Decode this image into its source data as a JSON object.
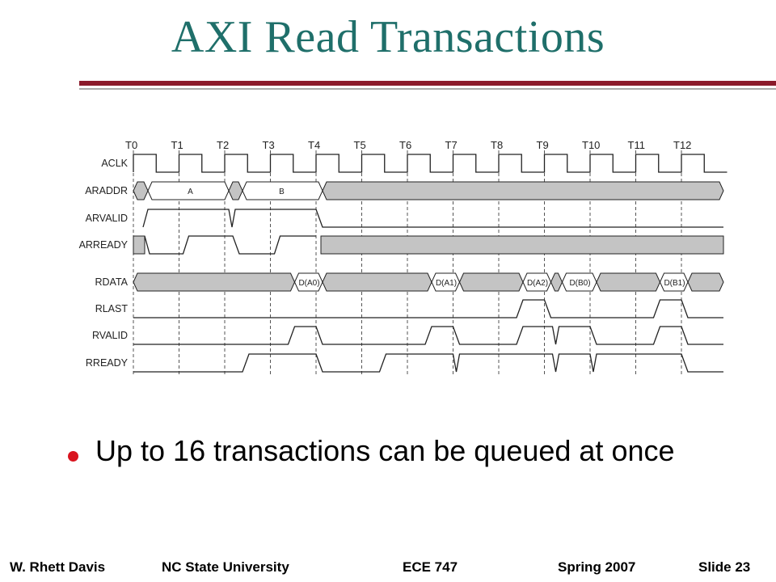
{
  "title": "AXI Read Transactions",
  "accent_color": "#8b1a2b",
  "title_color": "#1f6f6a",
  "bullet_color": "#d9141f",
  "diagram": {
    "clock_ticks": [
      "T0",
      "T1",
      "T2",
      "T3",
      "T4",
      "T5",
      "T6",
      "T7",
      "T8",
      "T9",
      "T10",
      "T11",
      "T12"
    ],
    "signals": [
      {
        "name": "ACLK",
        "kind": "clock"
      },
      {
        "name": "ARADDR",
        "kind": "bus",
        "values": [
          "A",
          "B"
        ]
      },
      {
        "name": "ARVALID",
        "kind": "wave"
      },
      {
        "name": "ARREADY",
        "kind": "wave"
      },
      {
        "name": "RDATA",
        "kind": "bus",
        "values": [
          "D(A0)",
          "D(A1)",
          "D(A2)",
          "D(B0)",
          "D(B1)"
        ]
      },
      {
        "name": "RLAST",
        "kind": "wave"
      },
      {
        "name": "RVALID",
        "kind": "wave"
      },
      {
        "name": "RREADY",
        "kind": "wave"
      }
    ]
  },
  "bullet": {
    "text": "Up to 16 transactions can be queued at once"
  },
  "footer": {
    "author": "W. Rhett Davis",
    "university": "NC State University",
    "course": "ECE 747",
    "term": "Spring 2007",
    "slide": "Slide 23"
  }
}
